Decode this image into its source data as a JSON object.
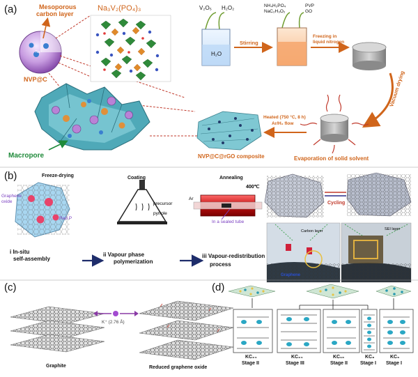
{
  "panels": {
    "a": "(a)",
    "b": "(b)",
    "c": "(c)",
    "d": "(d)"
  },
  "a": {
    "mesoporous": [
      "Mesoporous",
      "carbon layer"
    ],
    "formula": "Na₃V₂(PO₄)₃",
    "nvp_c": "NVP@C",
    "macropore": "Macropore",
    "composite": "NVP@C@rGO composite",
    "reagents1": [
      "V₂O₅",
      "H₂O₂"
    ],
    "reagents2": [
      "NH₄H₂PO₄",
      "NaC₂H₃O₂"
    ],
    "reagents3": [
      "PVP",
      "GO"
    ],
    "beaker1": "H₂O",
    "stirring": "Stirring",
    "freezing": [
      "Freezing in",
      "liquid nitrogen"
    ],
    "vacuum": "Vacuum drying",
    "heated": [
      "Heated (750 °C, 8 h)",
      "Ar/H₂ flow"
    ],
    "evaporation": "Evaporation of solid solvent",
    "ion": "Na⁺"
  },
  "b": {
    "step1_title": "Freeze-drying",
    "step2_title": "Coating",
    "step3_title": "Annealing",
    "graphene_oxide": [
      "Graphene",
      "oxide"
    ],
    "red_p": "Red P",
    "precursor": "precursor",
    "pyrrole": "pyrrole",
    "ar": "Ar",
    "temp": "400℃",
    "sealed": "In a sealed tube",
    "step1": [
      "i    In-situ",
      "self-assembly"
    ],
    "step2": [
      "ii   Vapour phase",
      "polymerization"
    ],
    "step3": "iii  Vapour-redistribution",
    "step3b": "process",
    "cycling": "Cycling",
    "carbon_layer": "Carbon layer",
    "sei": "SEI layer",
    "graphene": "Graphene"
  },
  "c": {
    "ion": "K⁺ (2.76 Å)",
    "graphite": "Graphite",
    "rgo": "Reduced graphene oxide"
  },
  "d": {
    "stages": [
      {
        "compound": "KC₂₄",
        "stage": "Stage II"
      },
      {
        "compound": "KC₂₄",
        "stage": "Stage III"
      },
      {
        "compound": "KC₁₆",
        "stage": "Stage II"
      },
      {
        "compound": "KC₈",
        "stage": "Stage I"
      },
      {
        "compound": "KC₆",
        "stage": "Stage I"
      }
    ]
  },
  "colors": {
    "orange": "#d0651b",
    "green": "#1f8a3a",
    "teal": "#5bb7c6",
    "purple": "#8a3aa6",
    "red": "#d81b3c",
    "blue": "#2a7fd0"
  }
}
